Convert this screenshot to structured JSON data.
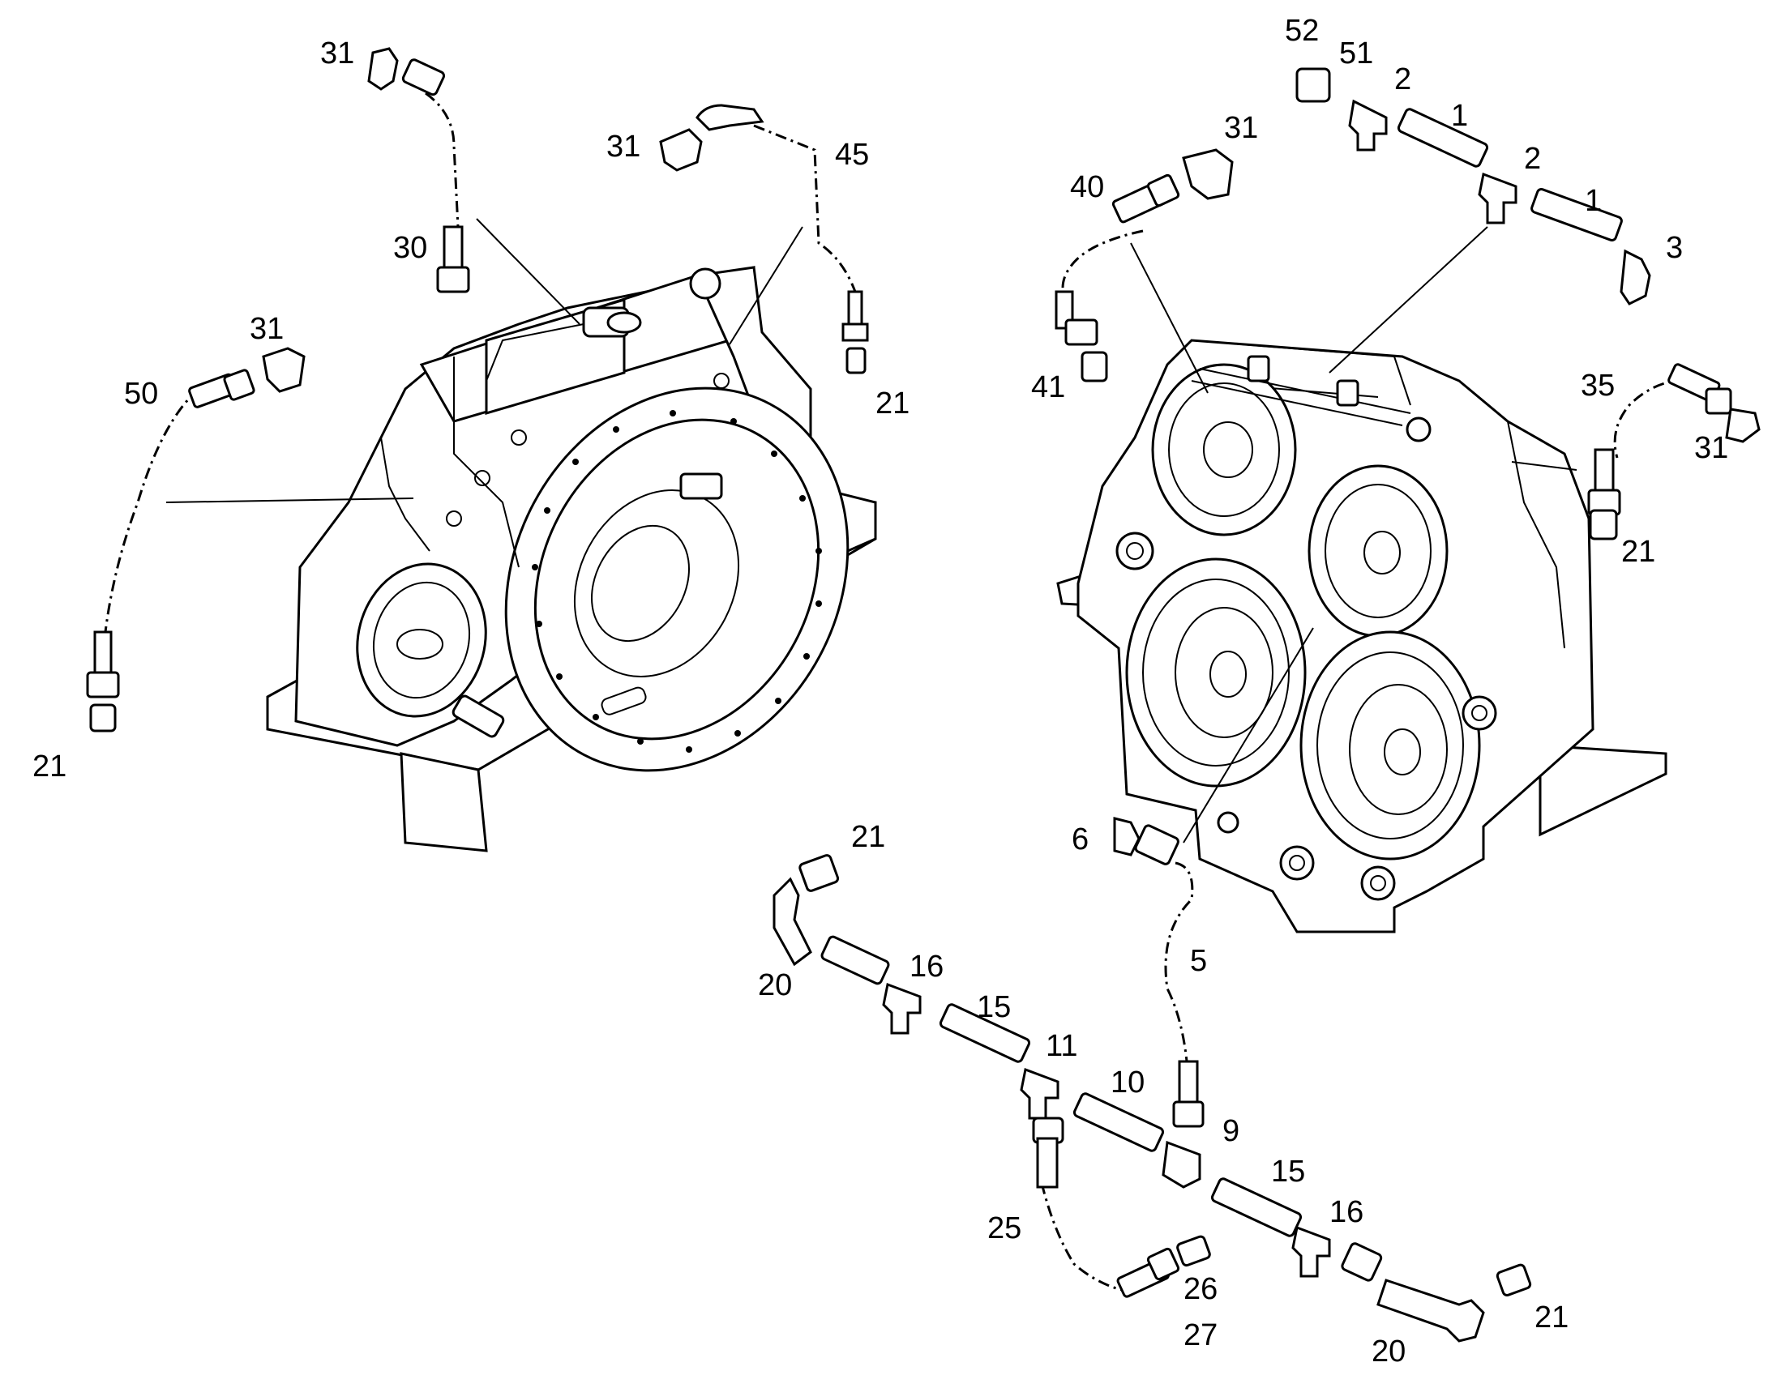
{
  "labels": {
    "l31a": "31",
    "l31b": "31",
    "l45": "45",
    "l30": "30",
    "l31c": "31",
    "l50": "50",
    "l21a": "21",
    "l21b": "21",
    "l52": "52",
    "l51": "51",
    "l2a": "2",
    "l1a": "1",
    "l31d": "31",
    "l2b": "2",
    "l40": "40",
    "l1b": "1",
    "l3": "3",
    "l41": "41",
    "l35": "35",
    "l31e": "31",
    "l21c": "21",
    "l6": "6",
    "l21d": "21",
    "l5": "5",
    "l20a": "20",
    "l16a": "16",
    "l15a": "15",
    "l11": "11",
    "l10": "10",
    "l9": "9",
    "l15b": "15",
    "l16b": "16",
    "l25": "25",
    "l26": "26",
    "l27": "27",
    "l21e": "21",
    "l20b": "20"
  }
}
